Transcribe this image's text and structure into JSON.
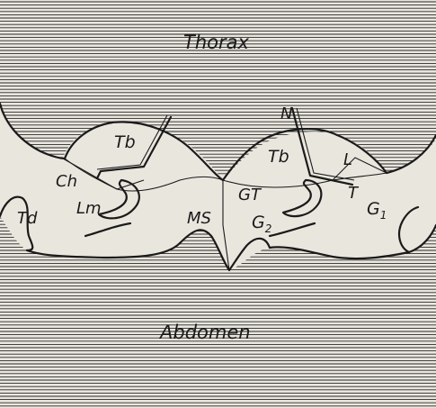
{
  "figure": {
    "labels": {
      "thorax": "Thorax",
      "abdomen": "Abdomen",
      "tb_left": "Tb",
      "tb_right": "Tb",
      "ch": "Ch",
      "lm": "Lm",
      "td": "Td",
      "ms": "MS",
      "gt": "GT",
      "g2": "G",
      "g2_sub": "2",
      "n": "N",
      "l": "L",
      "t": "T",
      "g1": "G",
      "g1_sub": "1"
    }
  }
}
